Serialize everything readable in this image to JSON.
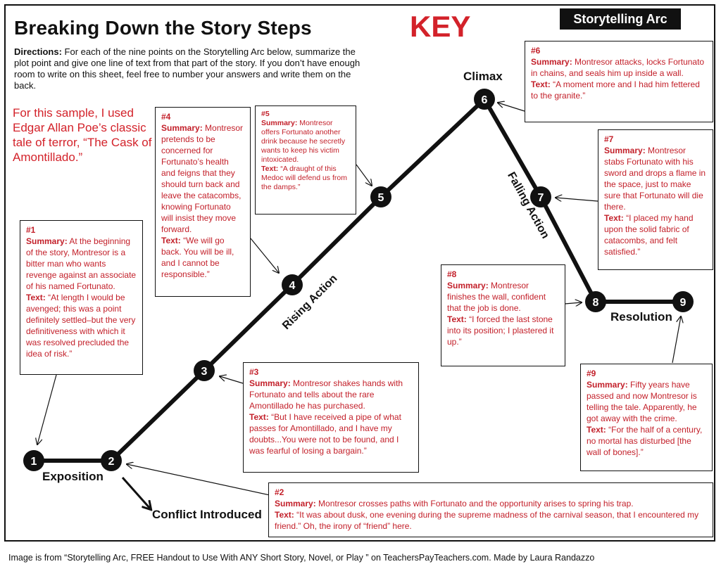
{
  "header": {
    "title": "Breaking Down the Story Steps",
    "key_label": "KEY",
    "tag": "Storytelling Arc"
  },
  "directions": {
    "label": "Directions:",
    "text": "For each of the nine points on the Storytelling Arc below, summarize the plot point and give one line of text from that part of the story. If you don’t have enough room to write on this sheet, feel free to number your answers and write them on the back."
  },
  "sample_note": "For this sample, I used Edgar Allan Poe’s classic tale of terror, “The Cask of Amontillado.”",
  "stages": {
    "climax": "Climax",
    "falling_action": "Falling Action",
    "rising_action": "Rising Action",
    "resolution": "Resolution",
    "exposition": "Exposition",
    "conflict": "Conflict Introduced"
  },
  "points": [
    "1",
    "2",
    "3",
    "4",
    "5",
    "6",
    "7",
    "8",
    "9"
  ],
  "labels": {
    "summary": "Summary:",
    "text": "Text:"
  },
  "boxes": [
    {
      "num": "#1",
      "summary": "At the beginning of the story, Montresor is a bitter man who wants revenge against an associate of his named Fortunato.",
      "text": "“At length I would be avenged; this was a point definitely settled–but the very definitiveness with which it was resolved precluded the idea of risk.”"
    },
    {
      "num": "#2",
      "summary": "Montresor crosses paths with Fortunato and the opportunity arises to spring his trap.",
      "text": "“It was about dusk, one evening during the supreme madness of the carnival season, that I encountered my friend.” Oh, the irony of “friend” here."
    },
    {
      "num": "#3",
      "summary": "Montresor shakes hands with Fortunato and tells about the rare Amontillado he has purchased.",
      "text": "“But I have received a pipe of what passes for Amontillado, and I have my doubts...You were not to be found, and I was fearful of losing a bargain.”"
    },
    {
      "num": "#4",
      "summary": "Montresor pretends to be concerned for Fortunato’s health and feigns that they should turn back and leave the catacombs, knowing Fortunato will insist they move forward.",
      "text": "“We will go back. You will be ill, and I cannot be responsible.”"
    },
    {
      "num": "#5",
      "summary": "Montresor offers Fortunato another drink because he secretly wants to keep his victim intoxicated.",
      "text": "“A draught of this Medoc will defend us from the damps.”"
    },
    {
      "num": "#6",
      "summary": "Montresor attacks, locks Fortunato in chains, and seals him up inside a wall.",
      "text": "“A moment more and I had him fettered to the granite.”"
    },
    {
      "num": "#7",
      "summary": "Montresor stabs Fortunato with his sword and drops a flame in the space, just to make sure that Fortunato will die there.",
      "text": "“I placed my hand upon the solid fabric of catacombs, and felt satisfied.”"
    },
    {
      "num": "#8",
      "summary": "Montresor finishes the wall, confident that the job is done.",
      "text": "“I forced the last stone into its position; I plastered it up.”"
    },
    {
      "num": "#9",
      "summary": "Fifty years have passed and now Montresor is telling the tale. Apparently, he got away with the crime.",
      "text": "“For the half of a century, no mortal has disturbed [the wall of bones].”"
    }
  ],
  "credit": "Image is from “Storytelling Arc, FREE Handout to Use With ANY Short Story, Novel, or Play ” on TeachersPayTeachers.com. Made by Laura Randazzo"
}
